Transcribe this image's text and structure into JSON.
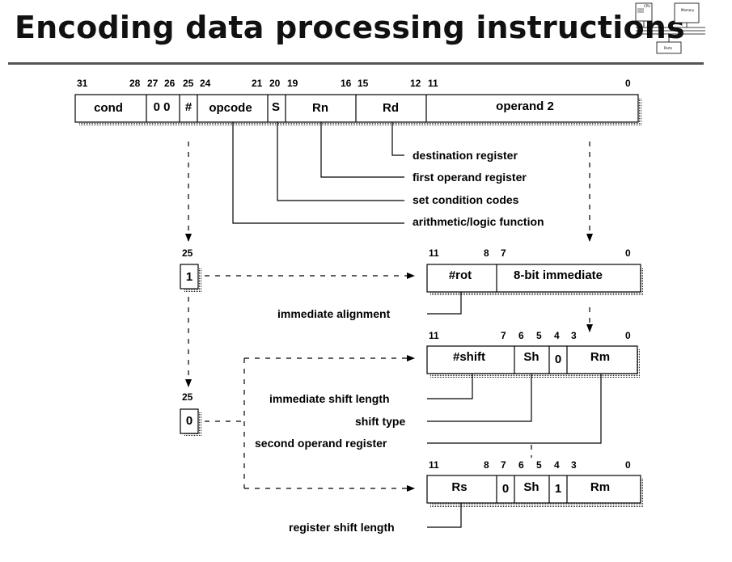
{
  "title": "Encoding data processing instructions",
  "main_format": {
    "bits": [
      "31",
      "28",
      "27",
      "26",
      "25",
      "24",
      "21",
      "20",
      "19",
      "16",
      "15",
      "12",
      "11",
      "0"
    ],
    "fields": [
      "cond",
      "0 0",
      "#",
      "opcode",
      "S",
      "Rn",
      "Rd",
      "operand 2"
    ]
  },
  "annotations": {
    "rd": "destination register",
    "rn": "first operand register",
    "s": "set condition codes",
    "opcode": "arithmetic/logic function"
  },
  "branch_imm": {
    "bit": "25",
    "value": "1"
  },
  "branch_reg": {
    "bit": "25",
    "value": "0"
  },
  "imm_format": {
    "bits": [
      "11",
      "8",
      "7",
      "0"
    ],
    "fields": [
      "#rot",
      "8-bit immediate"
    ],
    "annotation": "immediate alignment"
  },
  "shift_imm_format": {
    "bits": [
      "11",
      "7",
      "6",
      "5",
      "4",
      "3",
      "0"
    ],
    "fields": [
      "#shift",
      "Sh",
      "0",
      "Rm"
    ],
    "annotations": [
      "immediate shift length",
      "shift type",
      "second operand register"
    ]
  },
  "shift_reg_format": {
    "bits": [
      "11",
      "8",
      "7",
      "6",
      "5",
      "4",
      "3",
      "0"
    ],
    "fields": [
      "Rs",
      "0",
      "Sh",
      "1",
      "Rm"
    ],
    "annotation": "register shift length"
  },
  "logo": {
    "labels": [
      "CPU",
      "Memory",
      "Ports"
    ]
  }
}
